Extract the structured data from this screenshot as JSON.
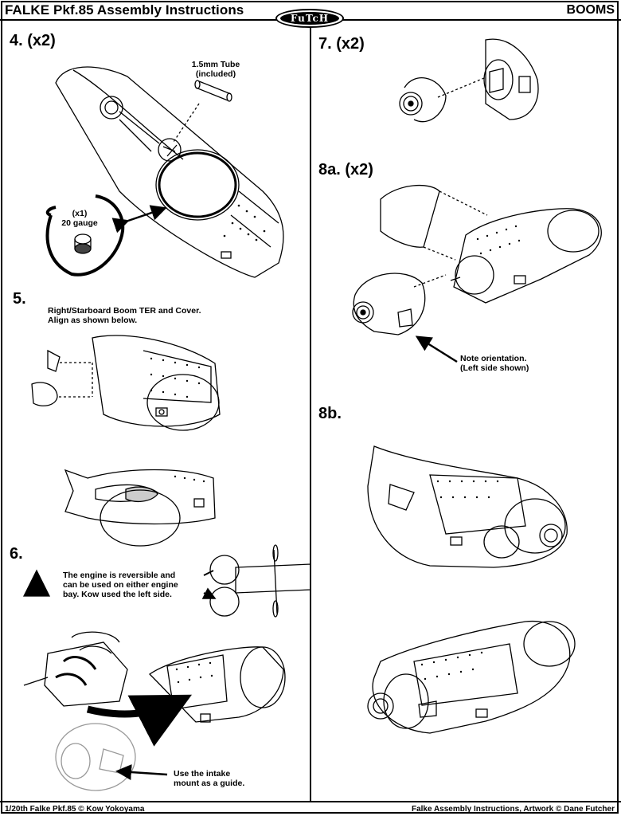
{
  "header": {
    "title": "FALKE Pkf.85 Assembly Instructions",
    "logo_text": "FuTcH",
    "section": "BOOMS"
  },
  "steps": {
    "s4": {
      "label": "4.  (x2)",
      "tube_label": "1.5mm Tube\n(included)",
      "wire_label": "(x1)\n20 gauge"
    },
    "s5": {
      "label": "5.",
      "instruction": "Right/Starboard Boom TER and Cover.\nAlign as shown below."
    },
    "s6": {
      "label": "6.",
      "warning": "The engine is reversible and\ncan be used on either engine\nbay. Kow used the left side.",
      "guide": "Use the intake\nmount as a guide."
    },
    "s7": {
      "label": "7.   (x2)"
    },
    "s8a": {
      "label": "8a. (x2)",
      "note": "Note orientation.\n(Left side shown)"
    },
    "s8b": {
      "label": "8b."
    }
  },
  "footer": {
    "left": "1/20th Falke Pkf.85 © Kow Yokoyama",
    "right": "Falke Assembly Instructions, Artwork © Dane Futcher"
  },
  "icons": [
    "warning-icon",
    "arrow-icon"
  ]
}
